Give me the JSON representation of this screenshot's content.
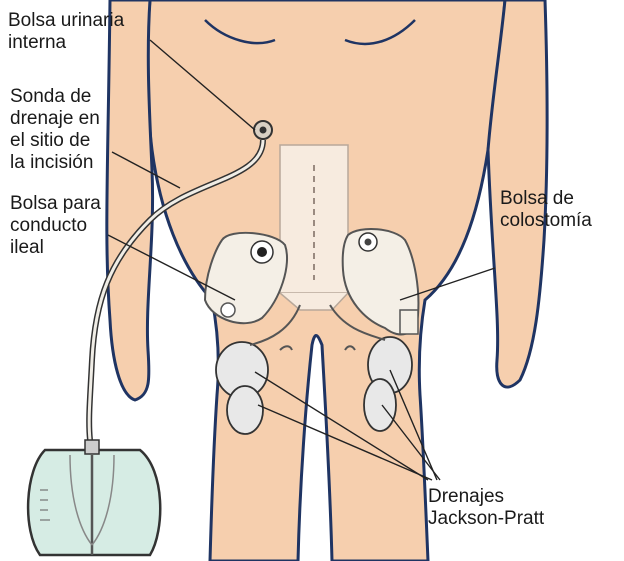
{
  "labels": {
    "internal_urinary_pouch": [
      "Bolsa urinaria",
      "interna"
    ],
    "drainage_tube": [
      "Sonda de",
      "drenaje en",
      "el sitio de",
      "la incisión"
    ],
    "ileal_conduit_bag": [
      "Bolsa para",
      "conducto",
      "ileal"
    ],
    "colostomy_bag": [
      "Bolsa de",
      "colostomía"
    ],
    "jp_drains": [
      "Drenajes",
      "Jackson-Pratt"
    ]
  },
  "colors": {
    "skin": "#f6cfae",
    "outline": "#1f3463",
    "bandage": "#f7ebdf",
    "pouch": "#f4efe6",
    "bag_fluid": "#d6ece4",
    "drain_bulb": "#e8e8e8",
    "leader_line": "#222222"
  }
}
